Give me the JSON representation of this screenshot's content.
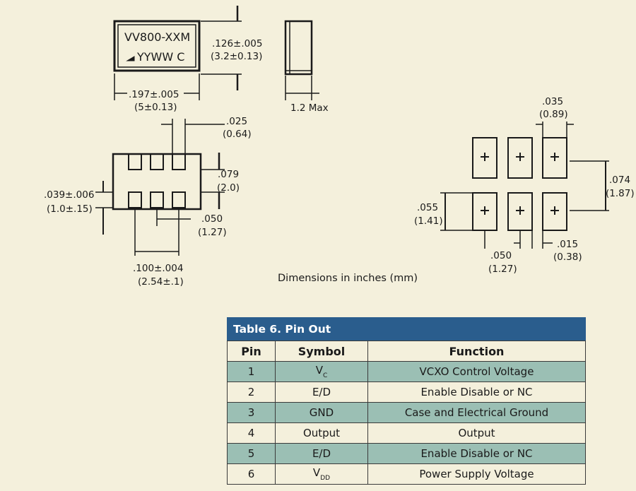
{
  "drawing": {
    "top_part_marking_line1": "VV800-XXM",
    "top_part_marking_line2": "YYWW C",
    "dim_height": ".126±.005",
    "dim_height_mm": "(3.2±0.13)",
    "dim_width": ".197±.005",
    "dim_width_mm": "(5±0.13)",
    "dim_max_height": "1.2 Max",
    "dim_pad_width": ".025",
    "dim_pad_width_mm": "(0.64)",
    "dim_pad_gap": ".079",
    "dim_pad_gap_mm": "(2.0)",
    "dim_pad_length": ".039±.006",
    "dim_pad_length_mm": "(1.0±.15)",
    "dim_pitch": ".050",
    "dim_pitch_mm": "(1.27)",
    "dim_span": ".100±.004",
    "dim_span_mm": "(2.54±.1)",
    "lp_pad_width": ".035",
    "lp_pad_width_mm": "(0.89)",
    "lp_row_spacing": ".074",
    "lp_row_spacing_mm": "(1.87)",
    "lp_pad_height": ".055",
    "lp_pad_height_mm": "(1.41)",
    "lp_pitch": ".050",
    "lp_pitch_mm": "(1.27)",
    "lp_gap": ".015",
    "lp_gap_mm": "(0.38)",
    "caption": "Dimensions in inches (mm)"
  },
  "table": {
    "title": "Table  6. Pin Out",
    "headers": [
      "Pin",
      "Symbol",
      "Function"
    ],
    "rows": [
      {
        "pin": "1",
        "symbol": "V",
        "symbol_sub": "C",
        "function": "VCXO Control Voltage"
      },
      {
        "pin": "2",
        "symbol": "E/D",
        "symbol_sub": "",
        "function": "Enable Disable or NC"
      },
      {
        "pin": "3",
        "symbol": "GND",
        "symbol_sub": "",
        "function": "Case and Electrical Ground"
      },
      {
        "pin": "4",
        "symbol": "Output",
        "symbol_sub": "",
        "function": "Output"
      },
      {
        "pin": "5",
        "symbol": "E/D",
        "symbol_sub": "",
        "function": "Enable Disable or NC"
      },
      {
        "pin": "6",
        "symbol": "V",
        "symbol_sub": "DD",
        "function": "Power Supply Voltage"
      }
    ]
  }
}
